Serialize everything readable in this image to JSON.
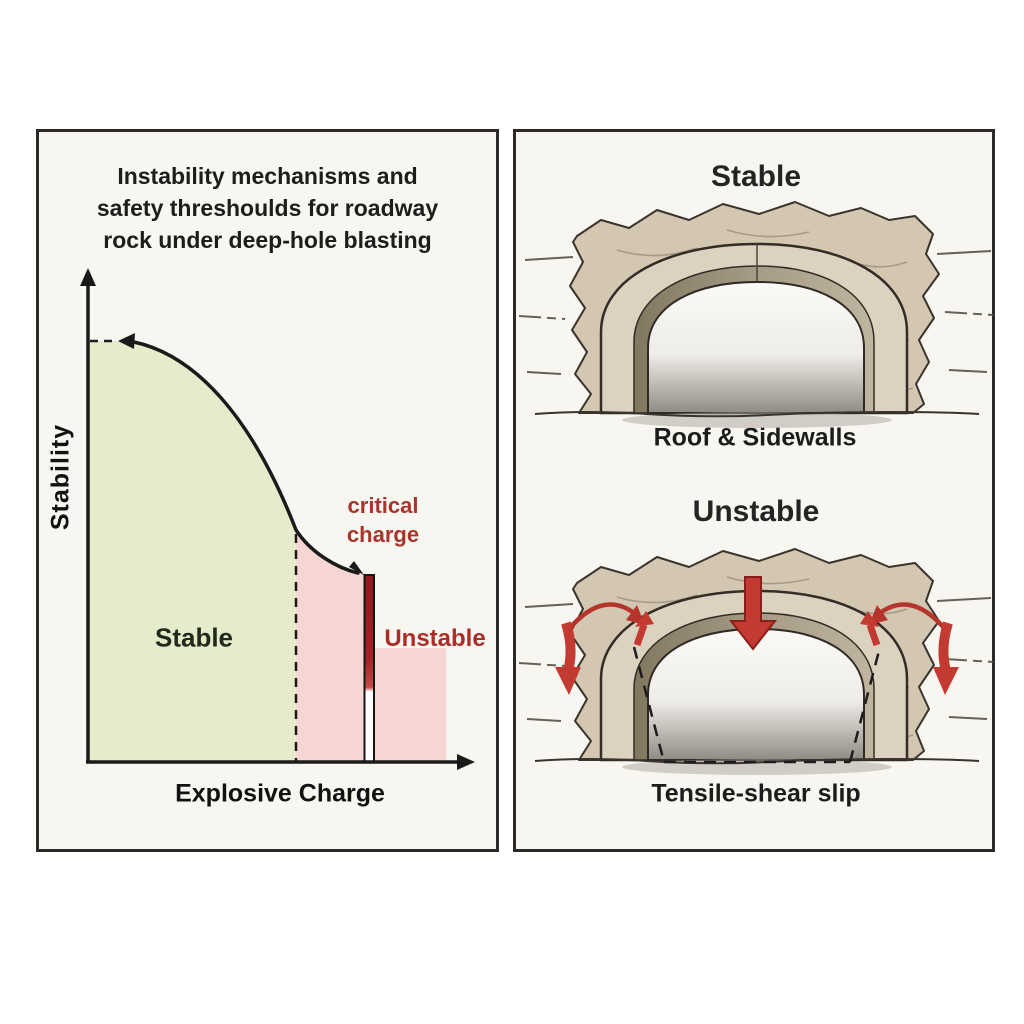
{
  "figure": {
    "description": "Two-panel scientific diagram: conceptual stability chart (left) and roadway tunnel stability illustrations (right)"
  },
  "colors": {
    "page_background": "#ffffff",
    "panel_background": "#f8f6f1",
    "panel_border": "#2c2926",
    "stable_region_fill": "#e4eccb",
    "unstable_region_fill": "#f6d6d3",
    "critical_bar_red": "#9c2025",
    "red_text": "#a8352c",
    "red_arrow": "#c23a31",
    "rock_beige": "#d3c7b2",
    "lining_beige": "#dbd2c0",
    "line_dark": "#1c1c1c"
  },
  "left_panel": {
    "title_lines": [
      "Instability mechanisms and",
      "safety threshoulds for roadway",
      "rock under deep-hole blasting"
    ],
    "y_axis_label": "Stability",
    "x_axis_label": "Explosive Charge",
    "stable_label": "Stable",
    "unstable_label": "Unstable",
    "critical_charge_lines": [
      "critical",
      "charge"
    ]
  },
  "right_panel": {
    "stable": {
      "title": "Stable",
      "caption": "Roof & Sidewalls"
    },
    "unstable": {
      "title": "Unstable",
      "caption": "Tensile-shear slip"
    }
  },
  "chart_data": {
    "type": "area",
    "title": "Instability mechanisms and safety threshoulds for roadway rock under deep-hole blasting",
    "xlabel": "Explosive Charge",
    "ylabel": "Stability",
    "axes_numeric": false,
    "grid": false,
    "series": [
      {
        "name": "stability-vs-charge-curve",
        "x_norm": [
          0.1,
          0.25,
          0.42,
          0.54,
          0.63,
          0.73
        ],
        "y_norm": [
          0.86,
          0.8,
          0.62,
          0.48,
          0.41,
          0.38
        ]
      }
    ],
    "regions": [
      {
        "label": "Stable",
        "fill": "#e4eccb",
        "x_range_norm": [
          0.0,
          0.54
        ]
      },
      {
        "label": "Unstable",
        "fill": "#f6d6d3",
        "x_range_norm": [
          0.54,
          0.93
        ]
      }
    ],
    "annotations": [
      {
        "label": "critical charge",
        "type": "vertical-bar-marker",
        "x_norm": 0.73,
        "bar_top_y_norm": 0.38,
        "bar_red_bottom_y_norm": 0.15
      },
      {
        "type": "dashed-threshold-line",
        "x_norm": 0.54
      }
    ]
  }
}
